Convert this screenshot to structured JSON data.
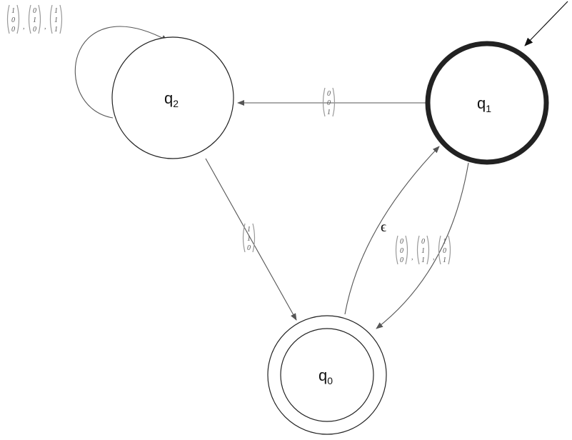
{
  "states": [
    {
      "id": "q2",
      "label": "q",
      "sub": "2"
    },
    {
      "id": "q1",
      "label": "q",
      "sub": "1",
      "initial": true
    },
    {
      "id": "q0",
      "label": "q",
      "sub": "0",
      "accepting": true
    }
  ],
  "transitions": [
    {
      "from": "q2",
      "to": "q2",
      "vectors": [
        [
          "1",
          "0",
          "0"
        ],
        [
          "0",
          "1",
          "0"
        ],
        [
          "1",
          "1",
          "1"
        ]
      ]
    },
    {
      "from": "q1",
      "to": "q2",
      "vectors": [
        [
          "0",
          "0",
          "1"
        ]
      ]
    },
    {
      "from": "q2",
      "to": "q0",
      "vectors": [
        [
          "1",
          "1",
          "0"
        ]
      ]
    },
    {
      "from": "q0",
      "to": "q1",
      "label": "ϵ"
    },
    {
      "from": "q1",
      "to": "q0",
      "vectors": [
        [
          "0",
          "0",
          "0"
        ],
        [
          "0",
          "1",
          "1"
        ],
        [
          "1",
          "0",
          "1"
        ]
      ]
    }
  ]
}
